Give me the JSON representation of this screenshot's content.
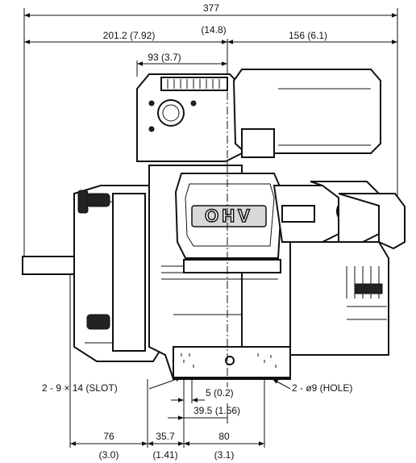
{
  "dimensions": {
    "overall_width": "377",
    "center_offset": "(14.8)",
    "left_width": "201.2 (7.92)",
    "right_width": "156 (6.1)",
    "top_offset": "93 (3.7)",
    "slot_note": "2 - 9 × 14 (SLOT)",
    "hole_note": "2 - ø9 (HOLE)",
    "offset_small": "5 (0.2)",
    "offset_mid": "39.5 (1.56)",
    "bottom_a_mm": "76",
    "bottom_a_in": "(3.0)",
    "bottom_b_mm": "35.7",
    "bottom_b_in": "(1.41)",
    "bottom_c_mm": "80",
    "bottom_c_in": "(3.1)"
  },
  "labels": {
    "engine_mark": "OHV"
  }
}
